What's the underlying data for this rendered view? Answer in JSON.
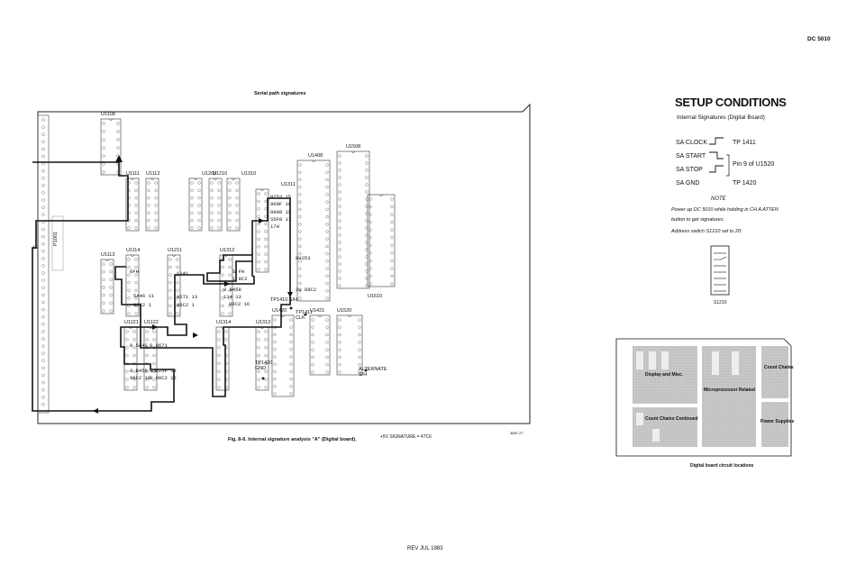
{
  "header": {
    "doc_id": "DC 5010"
  },
  "diagram": {
    "title": "Serial path signatures",
    "caption": "Fig. 8-6. Internal signature analysis \"A\" (Digital board).",
    "signature_note": "+5V SIGNATURE = 47C6",
    "board_code": "3887-27",
    "ics": [
      {
        "ref": "U1108"
      },
      {
        "ref": "U1111"
      },
      {
        "ref": "U1112"
      },
      {
        "ref": "U1208"
      },
      {
        "ref": "U1210"
      },
      {
        "ref": "U1310"
      },
      {
        "ref": "U1311"
      },
      {
        "ref": "U1408"
      },
      {
        "ref": "U1508"
      },
      {
        "ref": "U1113"
      },
      {
        "ref": "U1114"
      },
      {
        "ref": "U1211"
      },
      {
        "ref": "U1312"
      },
      {
        "ref": "U1121"
      },
      {
        "ref": "U1122"
      },
      {
        "ref": "U1314"
      },
      {
        "ref": "U1313"
      },
      {
        "ref": "U1420"
      },
      {
        "ref": "U1421"
      },
      {
        "ref": "U1520"
      },
      {
        "ref": "U1610"
      }
    ],
    "signatures": [
      {
        "text": "H253 15"
      },
      {
        "text": "800F 16"
      },
      {
        "text": "8909 15"
      },
      {
        "text": "S5F8 17"
      },
      {
        "text": "17H"
      },
      {
        "text": "8H253"
      },
      {
        "text": "2U 88C2"
      },
      {
        "text": "S FH"
      },
      {
        "text": "1 8C2"
      },
      {
        "text": "6FH"
      },
      {
        "text": "1141"
      },
      {
        "text": "5A46 11"
      },
      {
        "text": "98C2 1"
      },
      {
        "text": "8671 13"
      },
      {
        "text": "98C2 1"
      },
      {
        "text": "0 B458"
      },
      {
        "text": "114 13"
      },
      {
        "text": "98C2 16"
      },
      {
        "text": "0 5A4S"
      },
      {
        "text": "0 8671"
      },
      {
        "text": "0 B458 13"
      },
      {
        "text": "98C2 16"
      },
      {
        "text": "0 825F 13"
      },
      {
        "text": "0 98C2 16"
      },
      {
        "text": "19"
      }
    ],
    "test_points": [
      {
        "label": "TP1410 S/H"
      },
      {
        "label": "TP1411 CLK"
      },
      {
        "label": "TP1420 GND"
      },
      {
        "label": "ALTERNATE S/H"
      }
    ],
    "side_label": "P1001"
  },
  "setup": {
    "title": "SETUP CONDITIONS",
    "subtitle": "Internal Signatures (Digital Board)",
    "conditions": [
      {
        "name": "SA CLOCK",
        "value": "TP 1411"
      },
      {
        "name": "SA START",
        "value": ""
      },
      {
        "name": "SA STOP",
        "value": ""
      },
      {
        "name": "SA GND",
        "value": "TP 1420"
      }
    ],
    "start_stop_value": "Pin 9 of U1520",
    "note_head": "NOTE",
    "note_lines": [
      "Power up DC 5010 while holding in CH A ATTEN",
      "button to get signatures.",
      "Address switch S1210 set to 20:"
    ],
    "switch_label": "S1210"
  },
  "locations": {
    "caption": "Digital board circuit locations",
    "regions": [
      {
        "name": "Display and Misc."
      },
      {
        "name": "Microprocessor Related"
      },
      {
        "name": "Count Chains"
      },
      {
        "name": "Count Chains Continued"
      },
      {
        "name": "Power Supplies"
      }
    ]
  },
  "footer": {
    "rev": "REV JUL 1983"
  }
}
